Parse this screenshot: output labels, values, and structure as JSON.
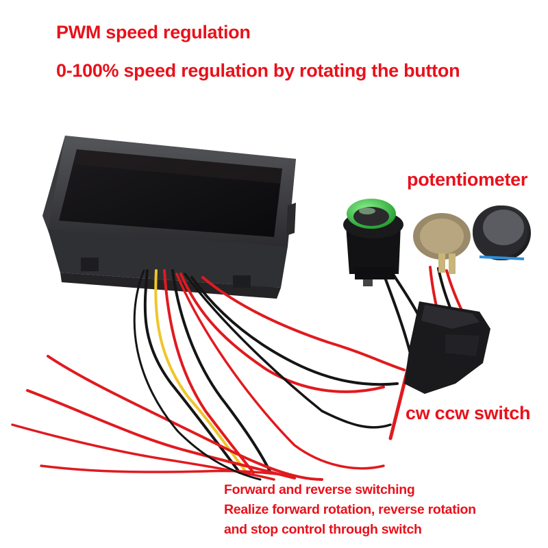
{
  "captions": {
    "title": "PWM speed regulation",
    "subtitle": "0-100% speed regulation by rotating the button",
    "potentiometer": "potentiometer",
    "switch_label": "cw ccw switch",
    "description_line1": "Forward and reverse switching",
    "description_line2": "Realize forward rotation, reverse rotation",
    "description_line3": "and stop control through switch"
  },
  "colors": {
    "caption_red": "#e8111b",
    "housing": "#3b3b3e",
    "display_face": "#111114",
    "wire_red": "#e01a1f",
    "wire_black": "#151515",
    "wire_yellow": "#f0c52a",
    "button_green": "#3fcf4a"
  }
}
